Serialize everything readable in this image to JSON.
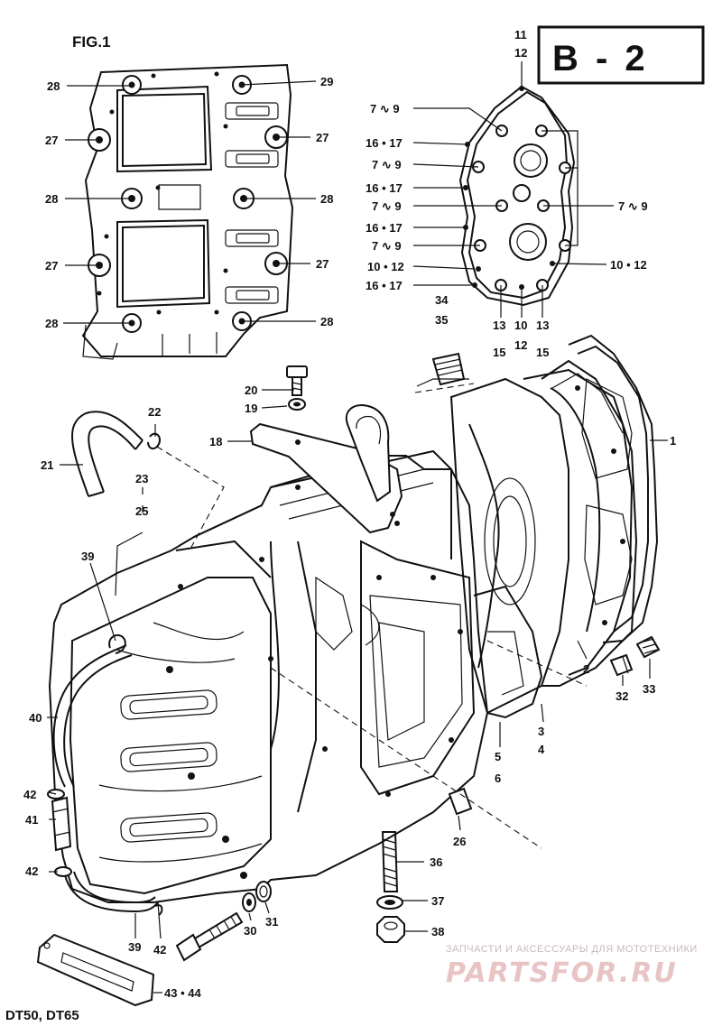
{
  "figure": {
    "title": "FIG.1",
    "badge": "B - 2",
    "models": "DT50, DT65"
  },
  "watermark": {
    "line1": "ЗАПЧАСТИ И АКСЕССУАРЫ ДЛЯ МОТОТЕХНИКИ",
    "logo": "PARTSFOR.RU"
  },
  "callouts": {
    "c28a": "28",
    "c29": "29",
    "c27a": "27",
    "c27b": "27",
    "c28b": "28",
    "c28c": "28",
    "c27c": "27",
    "c27d": "27",
    "c28d": "28",
    "c28e": "28",
    "c11": "11",
    "c12a": "12",
    "c79a": "7 ∿ 9",
    "c1617a": "16 • 17",
    "c79b": "7 ∿ 9",
    "c1617b": "16 • 17",
    "c79c": "7 ∿ 9",
    "c1617c": "16 • 17",
    "c79d": "7 ∿ 9",
    "c1012a": "10 • 12",
    "c1617d": "16 • 17",
    "c79e": "7 ∿ 9",
    "c1012b": "10 • 12",
    "c13a": "13",
    "c15a": "15",
    "c10": "10",
    "c12b": "12",
    "c13b": "13",
    "c15b": "15",
    "c34": "34",
    "c35": "35",
    "c20": "20",
    "c19": "19",
    "c22": "22",
    "c18": "18",
    "c1": "1",
    "c21": "21",
    "c23": "23",
    "c25": "25",
    "c39a": "39",
    "c40": "40",
    "c2": "2",
    "c32": "32",
    "c33": "33",
    "c3": "3",
    "c4": "4",
    "c5": "5",
    "c6": "6",
    "c42a": "42",
    "c41": "41",
    "c42b": "42",
    "c26": "26",
    "c36": "36",
    "c37": "37",
    "c38": "38",
    "c30": "30",
    "c31": "31",
    "c39b": "39",
    "c42c": "42",
    "c4344": "43 • 44"
  }
}
